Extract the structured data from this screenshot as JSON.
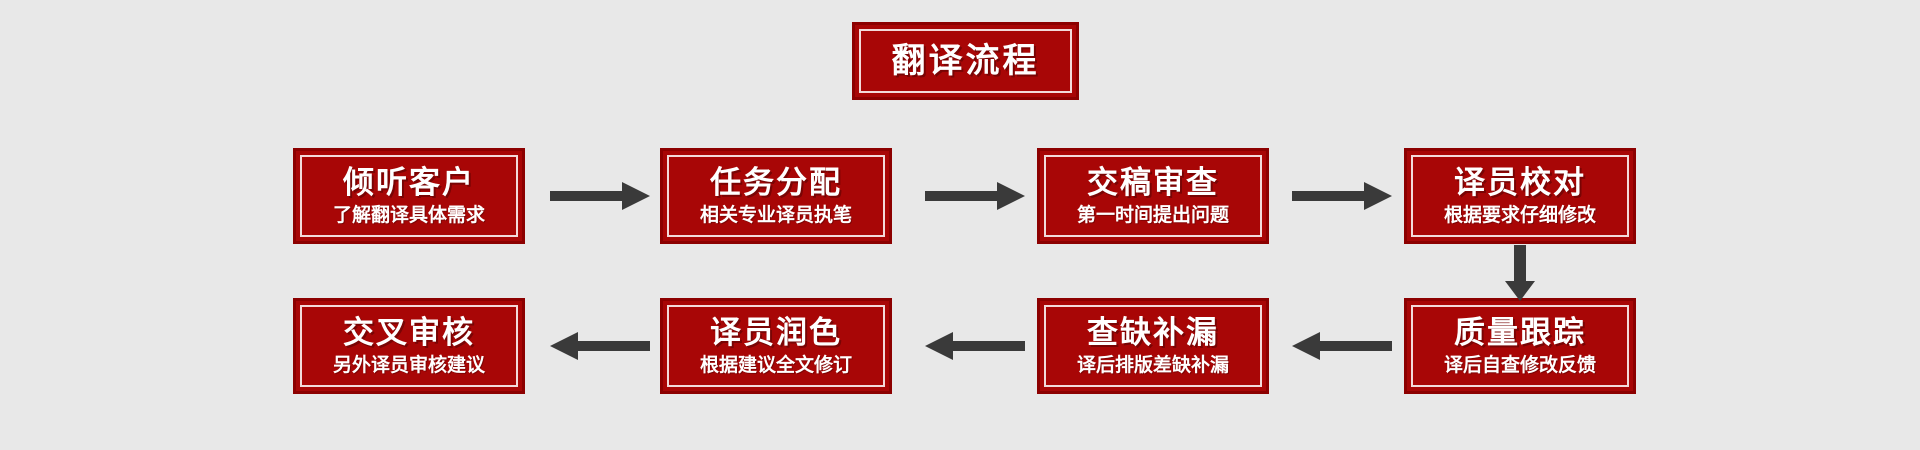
{
  "diagram": {
    "type": "flowchart",
    "title": "翻译流程",
    "background_color": "#e8e8e8",
    "node_fill_color": "#a80606",
    "node_border_color": "#8c0000",
    "node_inner_line_color": "#f3dada",
    "node_text_color": "#ffffff",
    "arrow_color": "#3a3a3a",
    "nodes": [
      {
        "id": "step-1",
        "title": "倾听客户",
        "subtitle": "了解翻译具体需求"
      },
      {
        "id": "step-2",
        "title": "任务分配",
        "subtitle": "相关专业译员执笔"
      },
      {
        "id": "step-3",
        "title": "交稿审查",
        "subtitle": "第一时间提出问题"
      },
      {
        "id": "step-4",
        "title": "译员校对",
        "subtitle": "根据要求仔细修改"
      },
      {
        "id": "step-5",
        "title": "质量跟踪",
        "subtitle": "译后自查修改反馈"
      },
      {
        "id": "step-6",
        "title": "查缺补漏",
        "subtitle": "译后排版差缺补漏"
      },
      {
        "id": "step-7",
        "title": "译员润色",
        "subtitle": "根据建议全文修订"
      },
      {
        "id": "step-8",
        "title": "交叉审核",
        "subtitle": "另外译员审核建议"
      }
    ],
    "connectors": [
      {
        "id": "arrow-1",
        "from": "step-1",
        "to": "step-2",
        "direction": "right"
      },
      {
        "id": "arrow-2",
        "from": "step-2",
        "to": "step-3",
        "direction": "right"
      },
      {
        "id": "arrow-3",
        "from": "step-3",
        "to": "step-4",
        "direction": "right"
      },
      {
        "id": "arrow-4",
        "from": "step-4",
        "to": "step-5",
        "direction": "down"
      },
      {
        "id": "arrow-5",
        "from": "step-5",
        "to": "step-6",
        "direction": "left"
      },
      {
        "id": "arrow-6",
        "from": "step-6",
        "to": "step-7",
        "direction": "left"
      },
      {
        "id": "arrow-7",
        "from": "step-7",
        "to": "step-8",
        "direction": "left"
      }
    ]
  }
}
